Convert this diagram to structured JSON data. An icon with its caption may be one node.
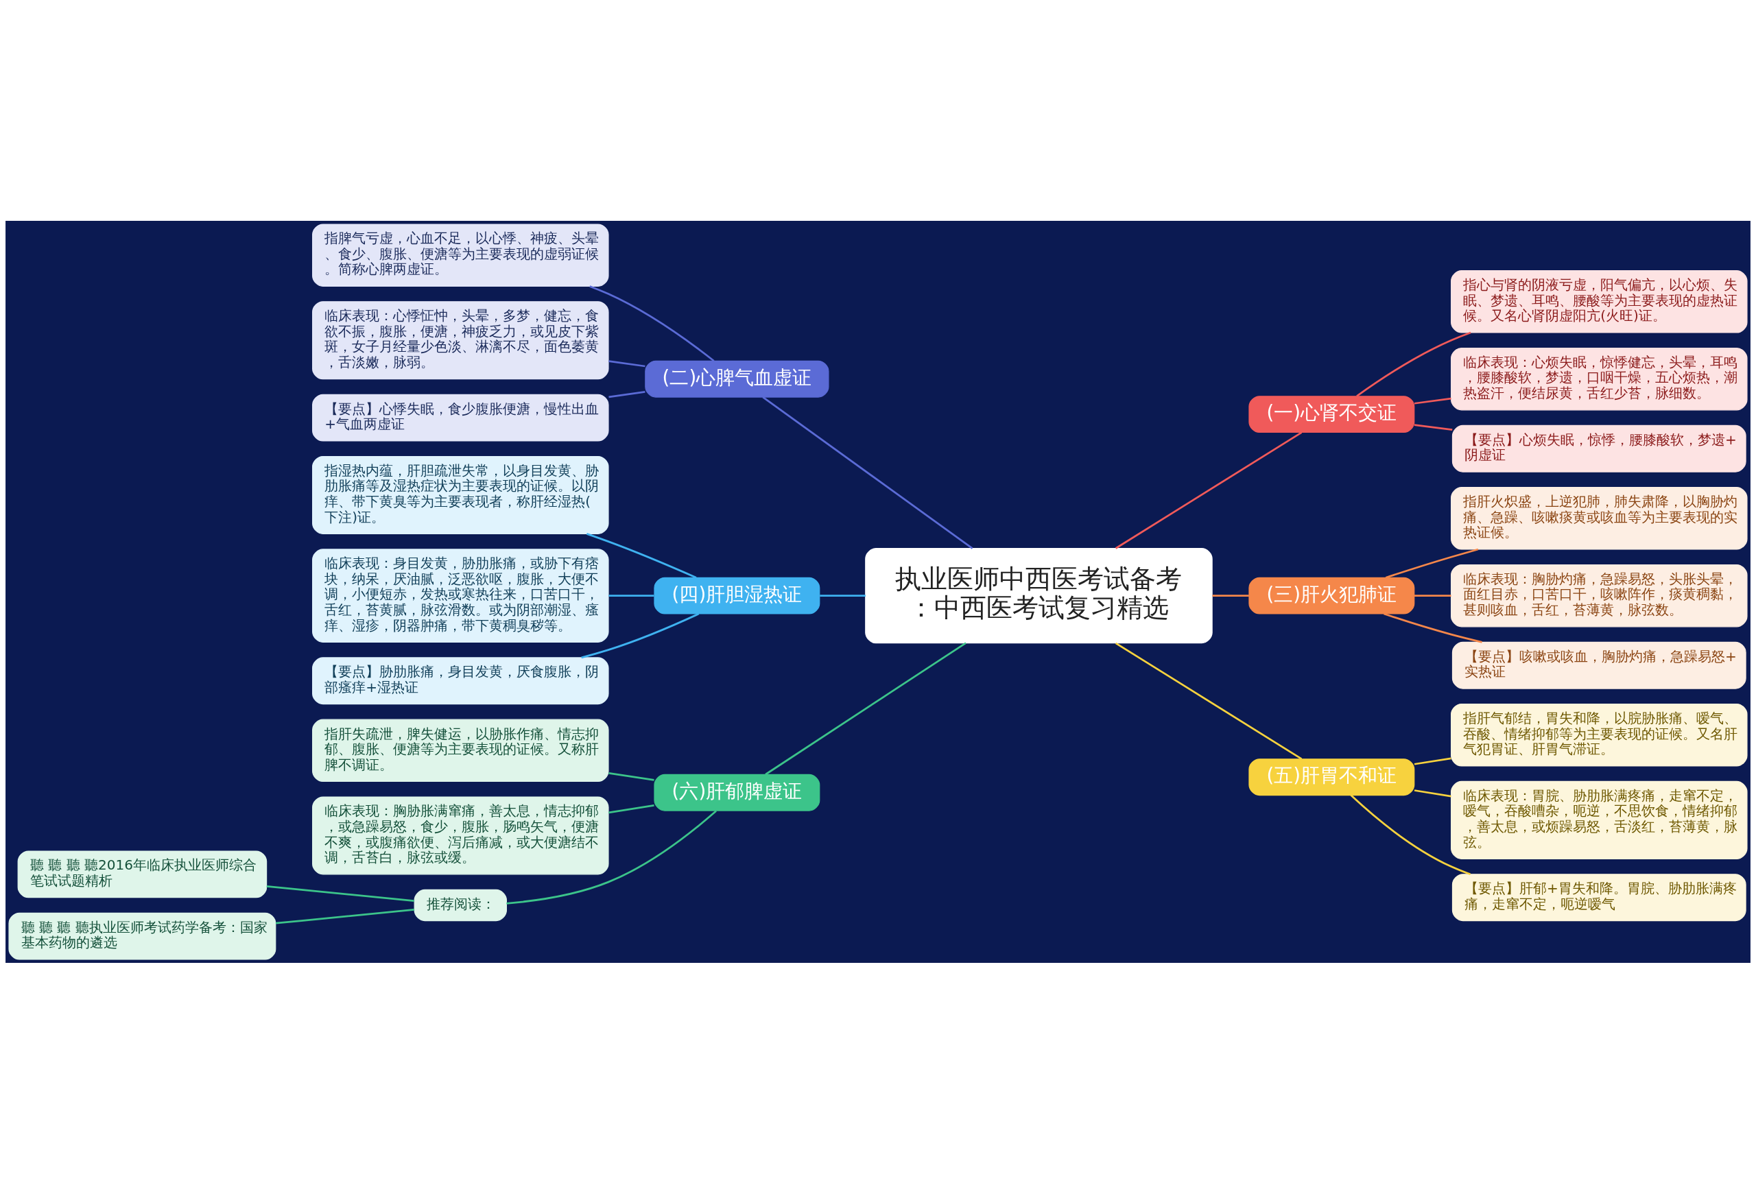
{
  "diagram": {
    "nodes": [
      {
        "text": [
          "执业医师中西医考试备考：中西医考试复习精选"
        ]
      },
      {
        "text": [
          "(一)心肾不交证"
        ]
      },
      {
        "text": [
          "指心与肾的阴液亏虚，阳气偏亢，以心烦、失眠、梦遗、耳鸣、腰酸等为主要表现的虚热证候。又名心肾阴虚阳亢(火旺)证。"
        ]
      },
      {
        "text": [
          "临床表现：心烦失眠，惊悸健忘，头晕，耳鸣，腰膝酸软，梦遗，口咽干燥，五心烦热，潮热盗汗，便结尿黄，舌红少苔，脉细数。"
        ]
      },
      {
        "text": [
          "【要点】心烦失眠，惊悸，腰膝酸软，梦遗+阴虚证"
        ]
      },
      {
        "text": [
          "(二)心脾气血虚证"
        ]
      },
      {
        "text": [
          "指脾气亏虚，心血不足，以心悸、神疲、头晕、食少、腹胀、便溏等为主要表现的虚弱证候。简称心脾两虚证。"
        ]
      },
      {
        "text": [
          "临床表现：心悸怔忡，头晕，多梦，健忘，食欲不振，腹胀，便溏，神疲乏力，或见皮下紫斑，女子月经量少色淡、淋漓不尽，面色萎黄，舌淡嫩，脉弱。"
        ]
      },
      {
        "text": [
          "【要点】心悸失眠，食少腹胀便溏，慢性出血+气血两虚证"
        ]
      },
      {
        "text": [
          "(三)肝火犯肺证"
        ]
      },
      {
        "text": [
          "指肝火炽盛，上逆犯肺，肺失肃降，以胸胁灼痛、急躁、咳嗽痰黄或咳血等为主要表现的实热证候。"
        ]
      },
      {
        "text": [
          "临床表现：胸胁灼痛，急躁易怒，头胀头晕，面红目赤，口苦口干，咳嗽阵作，痰黄稠黏，甚则咳血，舌红，苔薄黄，脉弦数。"
        ]
      },
      {
        "text": [
          "【要点】咳嗽或咳血，胸胁灼痛，急躁易怒+实热证"
        ]
      },
      {
        "text": [
          "(四)肝胆湿热证"
        ]
      },
      {
        "text": [
          "指湿热内蕴，肝胆疏泄失常，以身目发黄、胁肋胀痛等及湿热症状为主要表现的证候。以阴痒、带下黄臭等为主要表现者，称肝经湿热(下注)证。"
        ]
      },
      {
        "text": [
          "临床表现：身目发黄，胁肋胀痛，或胁下有痞块，纳呆，厌油腻，泛恶欲呕，腹胀，大便不调，小便短赤，发热或寒热往来，口苦口干，舌红，苔黄腻，脉弦滑数。或为阴部潮湿、瘙痒、湿疹，阴器肿痛，带下黄稠臭秽等。"
        ]
      },
      {
        "text": [
          "【要点】胁肋胀痛，身目发黄，厌食腹胀，阴部瘙痒+湿热证"
        ]
      },
      {
        "text": [
          "(五)肝胃不和证"
        ]
      },
      {
        "text": [
          "指肝气郁结，胃失和降，以脘胁胀痛、嗳气、吞酸、情绪抑郁等为主要表现的证候。又名肝气犯胃证、肝胃气滞证。"
        ]
      },
      {
        "text": [
          "临床表现：胃脘、胁肋胀满疼痛，走窜不定，嗳气，吞酸嘈杂，呃逆，不思饮食，情绪抑郁，善太息，或烦躁易怒，舌淡红，苔薄黄，脉弦。"
        ]
      },
      {
        "text": [
          "【要点】肝郁+胃失和降。胃脘、胁肋胀满疼痛，走窜不定，呃逆嗳气"
        ]
      },
      {
        "text": [
          "(六)肝郁脾虚证"
        ]
      },
      {
        "text": [
          "指肝失疏泄，脾失健运，以胁胀作痛、情志抑郁、腹胀、便溏等为主要表现的证候。又称肝脾不调证。"
        ]
      },
      {
        "text": [
          "临床表现：胸胁胀满窜痛，善太息，情志抑郁，或急躁易怒，食少，腹胀，肠鸣矢气，便溏不爽，或腹痛欲便、泻后痛减，或大便溏结不调，舌苔白，脉弦或缓。"
        ]
      },
      {
        "text": [
          "推荐阅读："
        ]
      },
      {
        "text": [
          "聽 聽 聽 聽2016年临床执业医师综合笔试试题精析"
        ]
      },
      {
        "text": [
          "聽 聽 聽 聽执业医师考试药学备考：国家基本药物的遴选"
        ]
      }
    ],
    "edges": [
      {
        "from": 0,
        "to": 1,
        "arrow": "none",
        "color": "#f05a5a"
      },
      {
        "from": 1,
        "to": 2,
        "arrow": "none",
        "color": "#f05a5a"
      },
      {
        "from": 1,
        "to": 3,
        "arrow": "none",
        "color": "#f05a5a"
      },
      {
        "from": 1,
        "to": 4,
        "arrow": "none",
        "color": "#f05a5a"
      },
      {
        "from": 0,
        "to": 5,
        "arrow": "none",
        "color": "#5b6bd6"
      },
      {
        "from": 5,
        "to": 6,
        "arrow": "none",
        "color": "#5b6bd6"
      },
      {
        "from": 5,
        "to": 7,
        "arrow": "none",
        "color": "#5b6bd6"
      },
      {
        "from": 5,
        "to": 8,
        "arrow": "none",
        "color": "#5b6bd6"
      },
      {
        "from": 0,
        "to": 9,
        "arrow": "none",
        "color": "#f5874a"
      },
      {
        "from": 9,
        "to": 10,
        "arrow": "none",
        "color": "#f5874a"
      },
      {
        "from": 9,
        "to": 11,
        "arrow": "none",
        "color": "#f5874a"
      },
      {
        "from": 9,
        "to": 12,
        "arrow": "none",
        "color": "#f5874a"
      },
      {
        "from": 0,
        "to": 13,
        "arrow": "none",
        "color": "#3fb2f0"
      },
      {
        "from": 13,
        "to": 14,
        "arrow": "none",
        "color": "#3fb2f0"
      },
      {
        "from": 13,
        "to": 15,
        "arrow": "none",
        "color": "#3fb2f0"
      },
      {
        "from": 13,
        "to": 16,
        "arrow": "none",
        "color": "#3fb2f0"
      },
      {
        "from": 0,
        "to": 17,
        "arrow": "none",
        "color": "#f7d23e"
      },
      {
        "from": 17,
        "to": 18,
        "arrow": "none",
        "color": "#f7d23e"
      },
      {
        "from": 17,
        "to": 19,
        "arrow": "none",
        "color": "#f7d23e"
      },
      {
        "from": 17,
        "to": 20,
        "arrow": "none",
        "color": "#f7d23e"
      },
      {
        "from": 0,
        "to": 21,
        "arrow": "none",
        "color": "#3cc48a"
      },
      {
        "from": 21,
        "to": 22,
        "arrow": "none",
        "color": "#3cc48a"
      },
      {
        "from": 21,
        "to": 23,
        "arrow": "none",
        "color": "#3cc48a"
      },
      {
        "from": 21,
        "to": 24,
        "arrow": "none",
        "color": "#3cc48a"
      },
      {
        "from": 24,
        "to": 25,
        "arrow": "none",
        "color": "#3cc48a"
      },
      {
        "from": 24,
        "to": 26,
        "arrow": "none",
        "color": "#3cc48a"
      }
    ]
  }
}
